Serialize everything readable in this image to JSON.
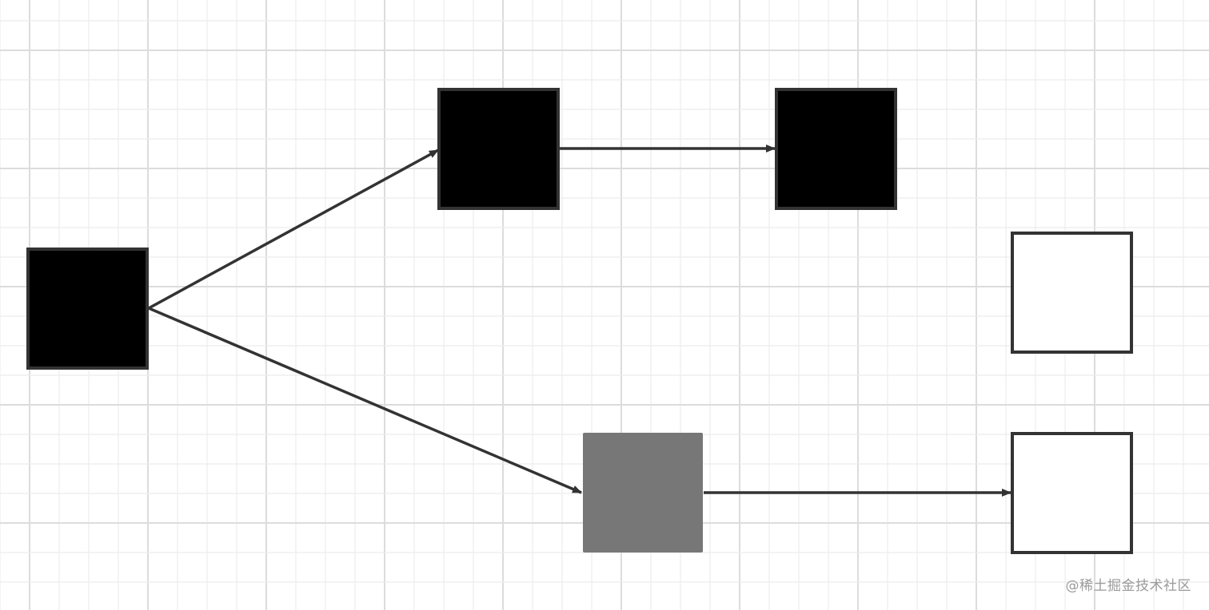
{
  "diagram": {
    "colors": {
      "background": "#ffffff",
      "grid_minor": "#ececec",
      "grid_major": "#dcdcdc",
      "edge": "#333333",
      "node_stroke": "#333333",
      "black_fill": "#000000",
      "gray_fill": "#777777",
      "white_fill": "#ffffff"
    },
    "nodes": [
      {
        "id": "node-start",
        "fill": "black"
      },
      {
        "id": "node-top-middle",
        "fill": "black"
      },
      {
        "id": "node-top-right",
        "fill": "black"
      },
      {
        "id": "node-bottom-middle",
        "fill": "gray"
      },
      {
        "id": "node-right-upper",
        "fill": "white"
      },
      {
        "id": "node-right-lower",
        "fill": "white"
      }
    ],
    "edges": [
      {
        "from": "node-start",
        "to": "node-top-middle"
      },
      {
        "from": "node-top-middle",
        "to": "node-top-right"
      },
      {
        "from": "node-start",
        "to": "node-bottom-middle"
      },
      {
        "from": "node-bottom-middle",
        "to": "node-right-lower"
      }
    ]
  },
  "watermark": "@稀土掘金技术社区"
}
